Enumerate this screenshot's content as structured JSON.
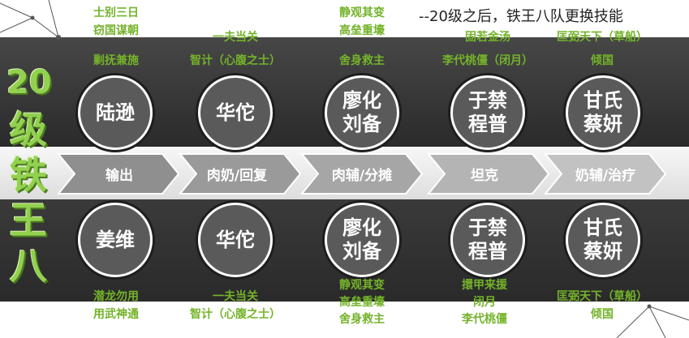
{
  "title_chars": [
    "20",
    "级",
    "铁",
    "王",
    "八"
  ],
  "note": "--20级之后，铁王八队更换技能",
  "roles": [
    "输出",
    "肉奶/回复",
    "肉辅/分摊",
    "坦克",
    "奶辅/治疗"
  ],
  "top": {
    "circles": [
      [
        "陆逊"
      ],
      [
        "华佗"
      ],
      [
        "廖化",
        "刘备"
      ],
      [
        "于禁",
        "程普"
      ],
      [
        "甘氏",
        "蔡妍"
      ]
    ],
    "skills_above": [
      [
        "士别三日",
        "窃国谋朝"
      ],
      [
        "一夫当关"
      ],
      [
        "静观其变",
        "高垒重壕"
      ],
      [
        "固若金汤"
      ],
      [
        "匡弼天下（草船）"
      ]
    ],
    "skills_in_band": [
      "剿抚兼施",
      "智计（心腹之士）",
      "舍身救主",
      "李代桃僵（闭月）",
      "倾国"
    ]
  },
  "bottom": {
    "circles": [
      [
        "姜维"
      ],
      [
        "华佗"
      ],
      [
        "廖化",
        "刘备"
      ],
      [
        "于禁",
        "程普"
      ],
      [
        "甘氏",
        "蔡妍"
      ]
    ],
    "skills_below": [
      [
        "潜龙勿用",
        "用武神通"
      ],
      [
        "一夫当关",
        "智计（心腹之士）"
      ],
      [
        "静观其变",
        "高垒重壕",
        "舍身救主"
      ],
      [
        "擐甲来援",
        "闭月",
        "李代桃僵"
      ],
      [
        "匡弼天下（草船）",
        "倾国"
      ]
    ]
  },
  "colors": {
    "accent_green": "#92d050",
    "skill_green": "#74b32a",
    "band_dark": "#333333",
    "chevron": "#9c9c9c"
  }
}
